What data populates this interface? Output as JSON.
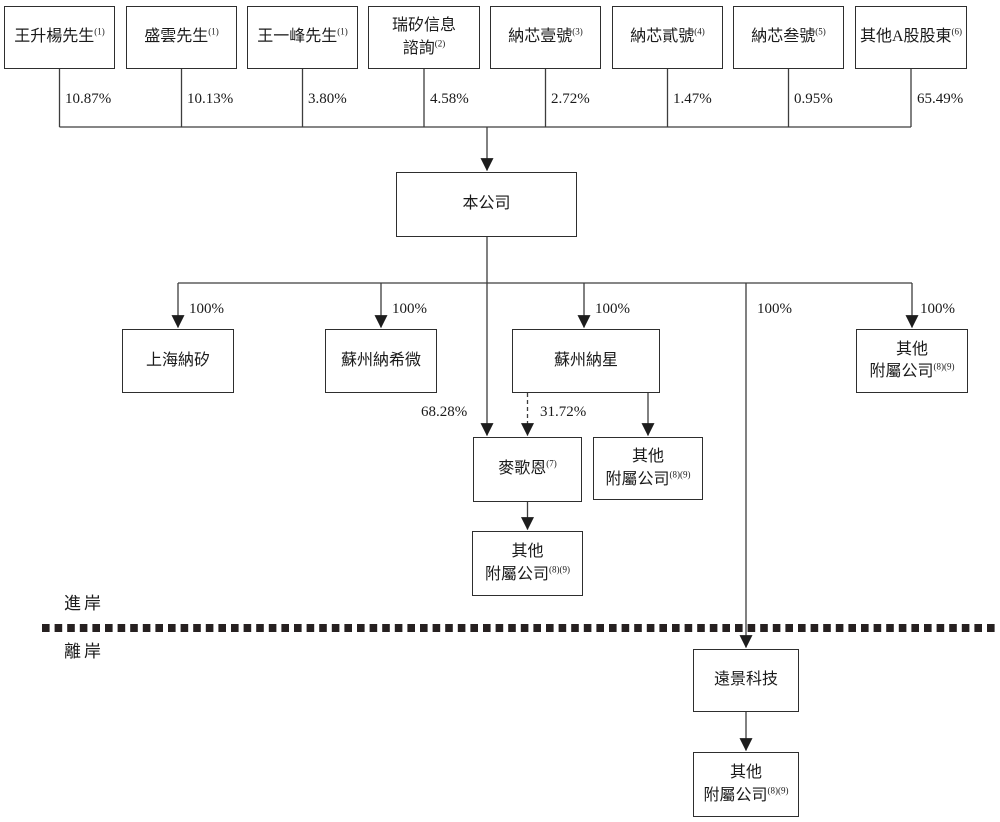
{
  "shareholders": [
    {
      "name": "王升楊先生",
      "note": "(1)",
      "percent": "10.87%"
    },
    {
      "name": "盛雲先生",
      "note": "(1)",
      "percent": "10.13%"
    },
    {
      "name": "王一峰先生",
      "note": "(1)",
      "percent": "3.80%"
    },
    {
      "name": "瑞矽信息",
      "name2": "諮詢",
      "note": "(2)",
      "percent": "4.58%"
    },
    {
      "name": "納芯壹號",
      "note": "(3)",
      "percent": "2.72%"
    },
    {
      "name": "納芯貳號",
      "note": "(4)",
      "percent": "1.47%"
    },
    {
      "name": "納芯叁號",
      "note": "(5)",
      "percent": "0.95%"
    },
    {
      "name": "其他A股股東",
      "note": "(6)",
      "percent": "65.49%"
    }
  ],
  "company": {
    "name": "本公司"
  },
  "onshore_subsidiaries": {
    "shanghai_nasi": {
      "name": "上海納矽",
      "percent": "100%"
    },
    "suzhou_naxiwei": {
      "name": "蘇州納希微",
      "percent": "100%"
    },
    "suzhou_naxing": {
      "name": "蘇州納星",
      "percent": "100%"
    },
    "other_subsidiaries_right": {
      "name": "其他",
      "name2": "附屬公司",
      "note": "(8)(9)",
      "percent": "100%"
    },
    "offshore_line_percent": "100%",
    "maigeen": {
      "name": "麥歌恩",
      "note": "(7)",
      "percent_from_company": "68.28%",
      "percent_from_suzhou_naxing": "31.72%"
    },
    "other_subsidiaries_under_naxing": {
      "name": "其他",
      "name2": "附屬公司",
      "note": "(8)(9)"
    },
    "other_subsidiaries_under_maigeen": {
      "name": "其他",
      "name2": "附屬公司",
      "note": "(8)(9)"
    }
  },
  "offshore_subsidiaries": {
    "yuanjing": {
      "name": "遠景科技"
    },
    "other_subsidiaries_under_yuanjing": {
      "name": "其他",
      "name2": "附屬公司",
      "note": "(8)(9)"
    }
  },
  "regions": {
    "onshore": "進岸",
    "offshore": "離岸"
  }
}
